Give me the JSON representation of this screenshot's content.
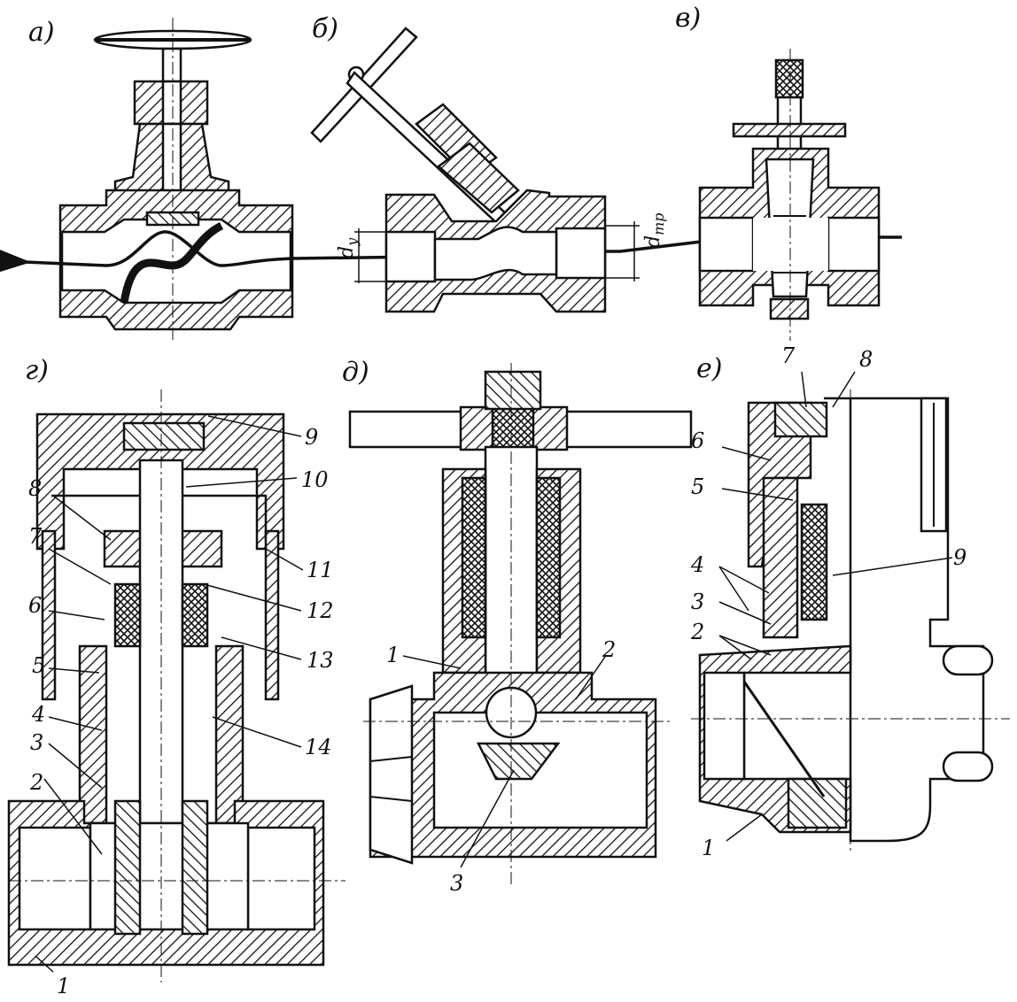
{
  "figure": {
    "panels": [
      {
        "id": "a",
        "label": "a)"
      },
      {
        "id": "b",
        "label": "б)"
      },
      {
        "id": "v",
        "label": "в)"
      },
      {
        "id": "g",
        "label": "г)"
      },
      {
        "id": "d",
        "label": "д)"
      },
      {
        "id": "e",
        "label": "е)"
      }
    ],
    "dimensions": {
      "dy": "d",
      "dy_sub": "у",
      "dtr": "d",
      "dtr_sub": "тр"
    },
    "callouts_g": [
      "1",
      "2",
      "3",
      "4",
      "5",
      "6",
      "7",
      "8",
      "9",
      "10",
      "11",
      "12",
      "13",
      "14"
    ],
    "callouts_d": [
      "1",
      "2",
      "3"
    ],
    "callouts_e": [
      "1",
      "2",
      "3",
      "4",
      "5",
      "6",
      "7",
      "8",
      "9"
    ]
  },
  "colors": {
    "ink": "#111111",
    "paper": "#ffffff"
  }
}
